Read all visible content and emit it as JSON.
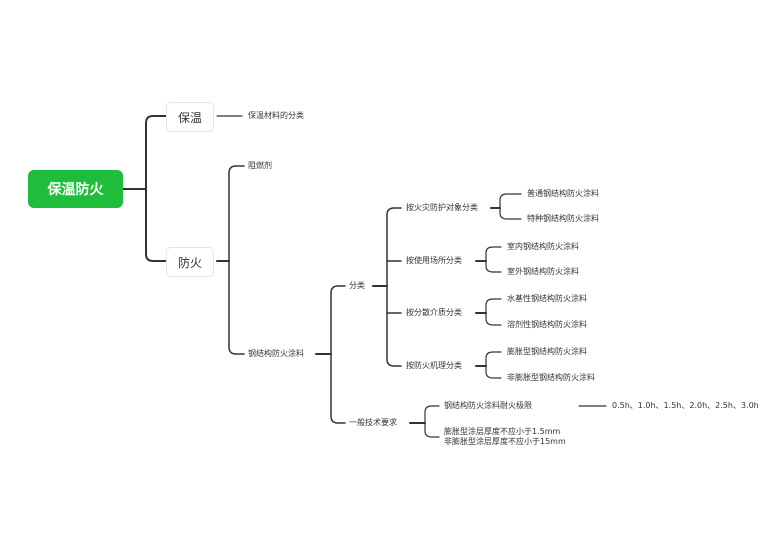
{
  "root": {
    "label": "保温防火"
  },
  "branches": {
    "insulation": {
      "label": "保温",
      "children": [
        "保温材料的分类"
      ]
    },
    "fireproof": {
      "label": "防火",
      "retardant": "阻燃剂",
      "coating": {
        "label": "钢结构防火涂料",
        "classification": {
          "label": "分类",
          "groups": [
            {
              "label": "按火灾防护对象分类",
              "items": [
                "普通钢结构防火涂料",
                "特种钢结构防火涂料"
              ]
            },
            {
              "label": "按使用场所分类",
              "items": [
                "室内钢结构防火涂料",
                "室外钢结构防火涂料"
              ]
            },
            {
              "label": "按分散介质分类",
              "items": [
                "水基性钢结构防火涂料",
                "溶剂性钢结构防火涂料"
              ]
            },
            {
              "label": "按防火机理分类",
              "items": [
                "膨胀型钢结构防火涂料",
                "非膨胀型钢结构防火涂料"
              ]
            }
          ]
        },
        "requirements": {
          "label": "一般技术要求",
          "limit_label": "钢结构防火涂料耐火极限",
          "limit_values": "0.5h、1.0h、1.5h、2.0h、2.5h、3.0h",
          "thickness_line1": "膨胀型涂层厚度不应小于1.5mm",
          "thickness_line2": "非膨胀型涂层厚度不应小于15mm"
        }
      }
    }
  },
  "colors": {
    "root_bg": "#1ebd3c",
    "line": "#333333"
  }
}
